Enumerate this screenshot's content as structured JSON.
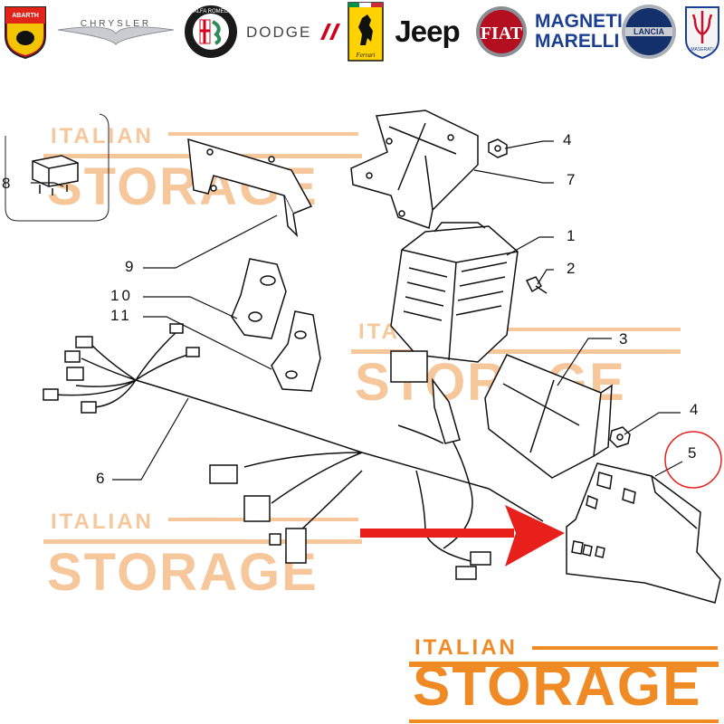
{
  "brands": [
    {
      "name": "abarth",
      "text": "ABARTH"
    },
    {
      "name": "chrysler",
      "text": "CHRYSLER"
    },
    {
      "name": "alfa-romeo",
      "text": "ALFA ROMEO"
    },
    {
      "name": "dodge",
      "text": "DODGE"
    },
    {
      "name": "ferrari",
      "text": "Ferrari"
    },
    {
      "name": "jeep",
      "text": "Jeep"
    },
    {
      "name": "fiat",
      "text": "FIAT"
    },
    {
      "name": "magneti-marelli",
      "text": "MAGNETI MARELLI"
    },
    {
      "name": "lancia",
      "text": "LANCIA"
    },
    {
      "name": "maserati",
      "text": "MASERATI"
    }
  ],
  "callouts": {
    "c1": "1",
    "c2": "2",
    "c3": "3",
    "c4a": "4",
    "c4b": "4",
    "c5": "5",
    "c6": "6",
    "c7": "7",
    "c8": "8",
    "c9": "9",
    "c10": "10",
    "c11": "11"
  },
  "watermark": {
    "line1": "ITALIAN",
    "line2": "STORAGE"
  },
  "logo": {
    "line1": "ITALIAN",
    "line2": "STORAGE"
  },
  "colors": {
    "accent": "#f08a24",
    "arrow": "#e8201c",
    "highlight_circle": "#e8201c",
    "watermark": "#f6c79a"
  }
}
